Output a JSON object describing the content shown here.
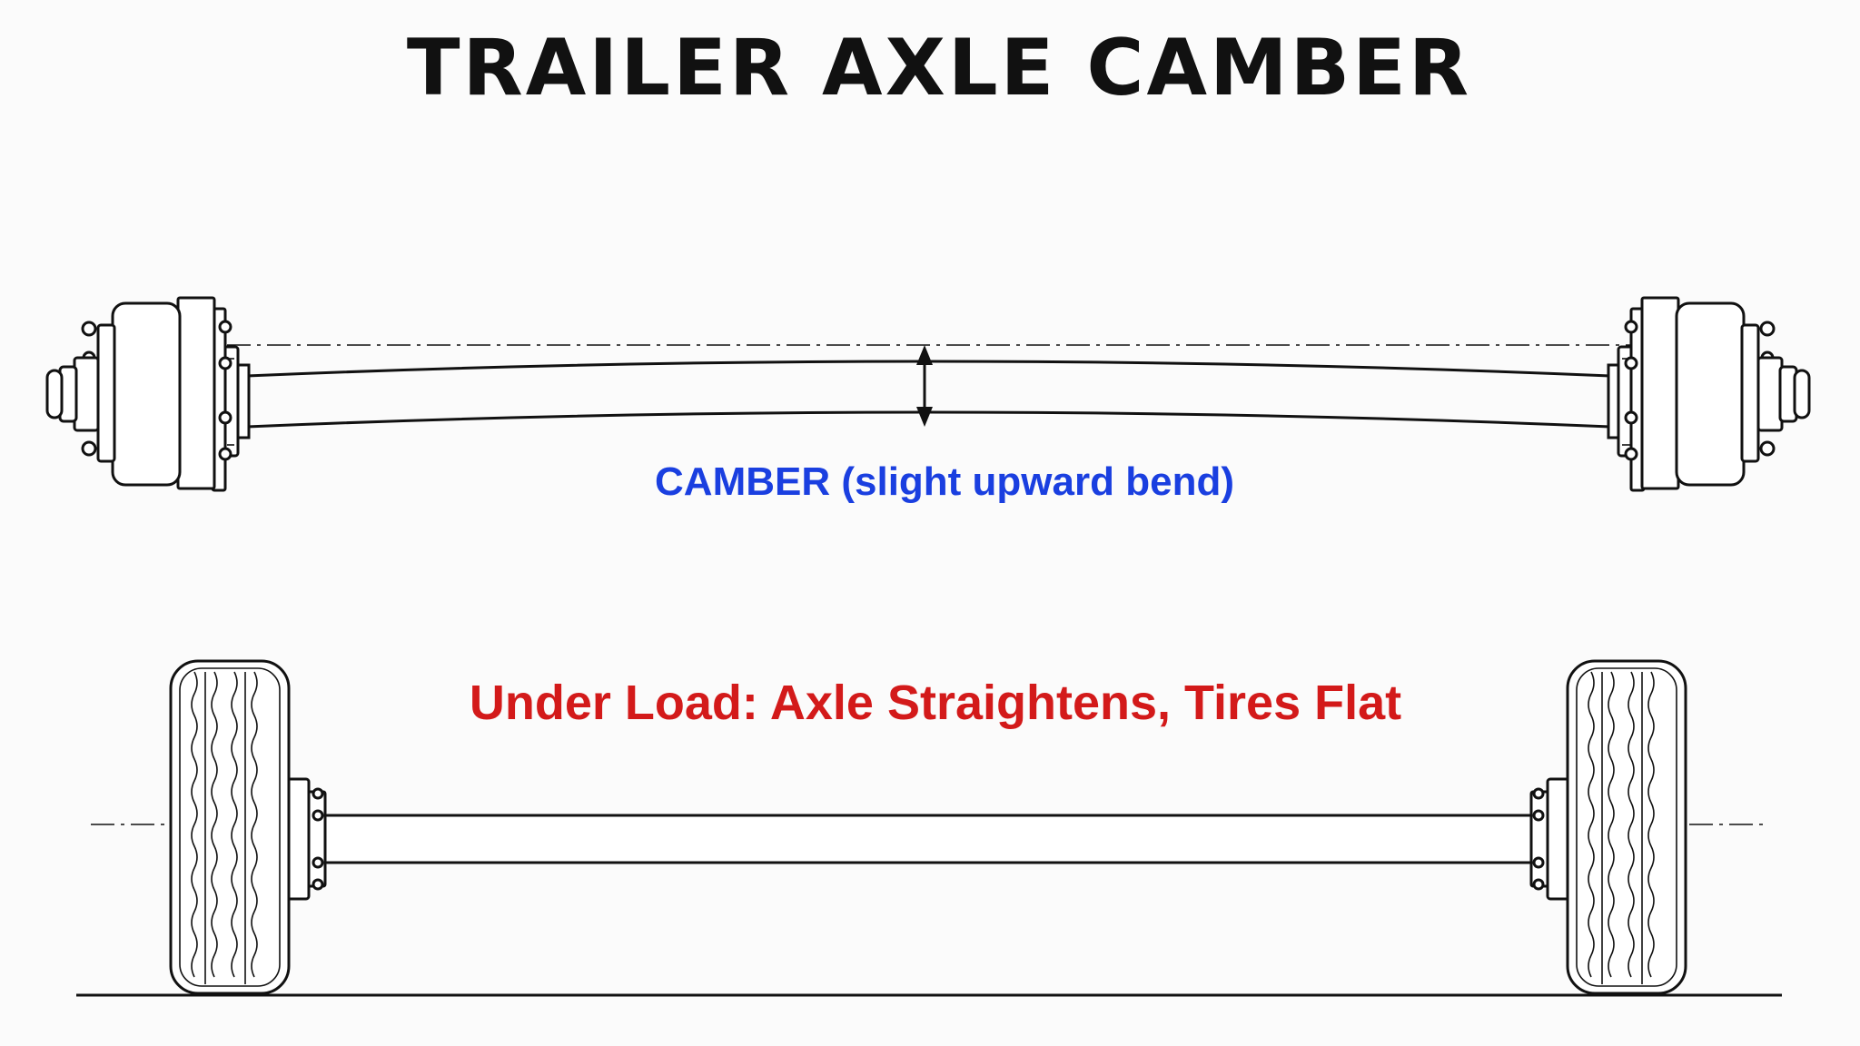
{
  "title": "TRAILER AXLE CAMBER",
  "labels": {
    "camber": "CAMBER (slight upward bend)",
    "under_load": "Under Load: Axle Straightens, Tires Flat"
  },
  "colors": {
    "title": "#111111",
    "camber_label": "#1a3fe0",
    "under_load_label": "#d31a1a",
    "line_art": "#111111",
    "background": "#fbfbfb"
  },
  "icons": {
    "dimension_marker": "double-headed-arrow"
  }
}
